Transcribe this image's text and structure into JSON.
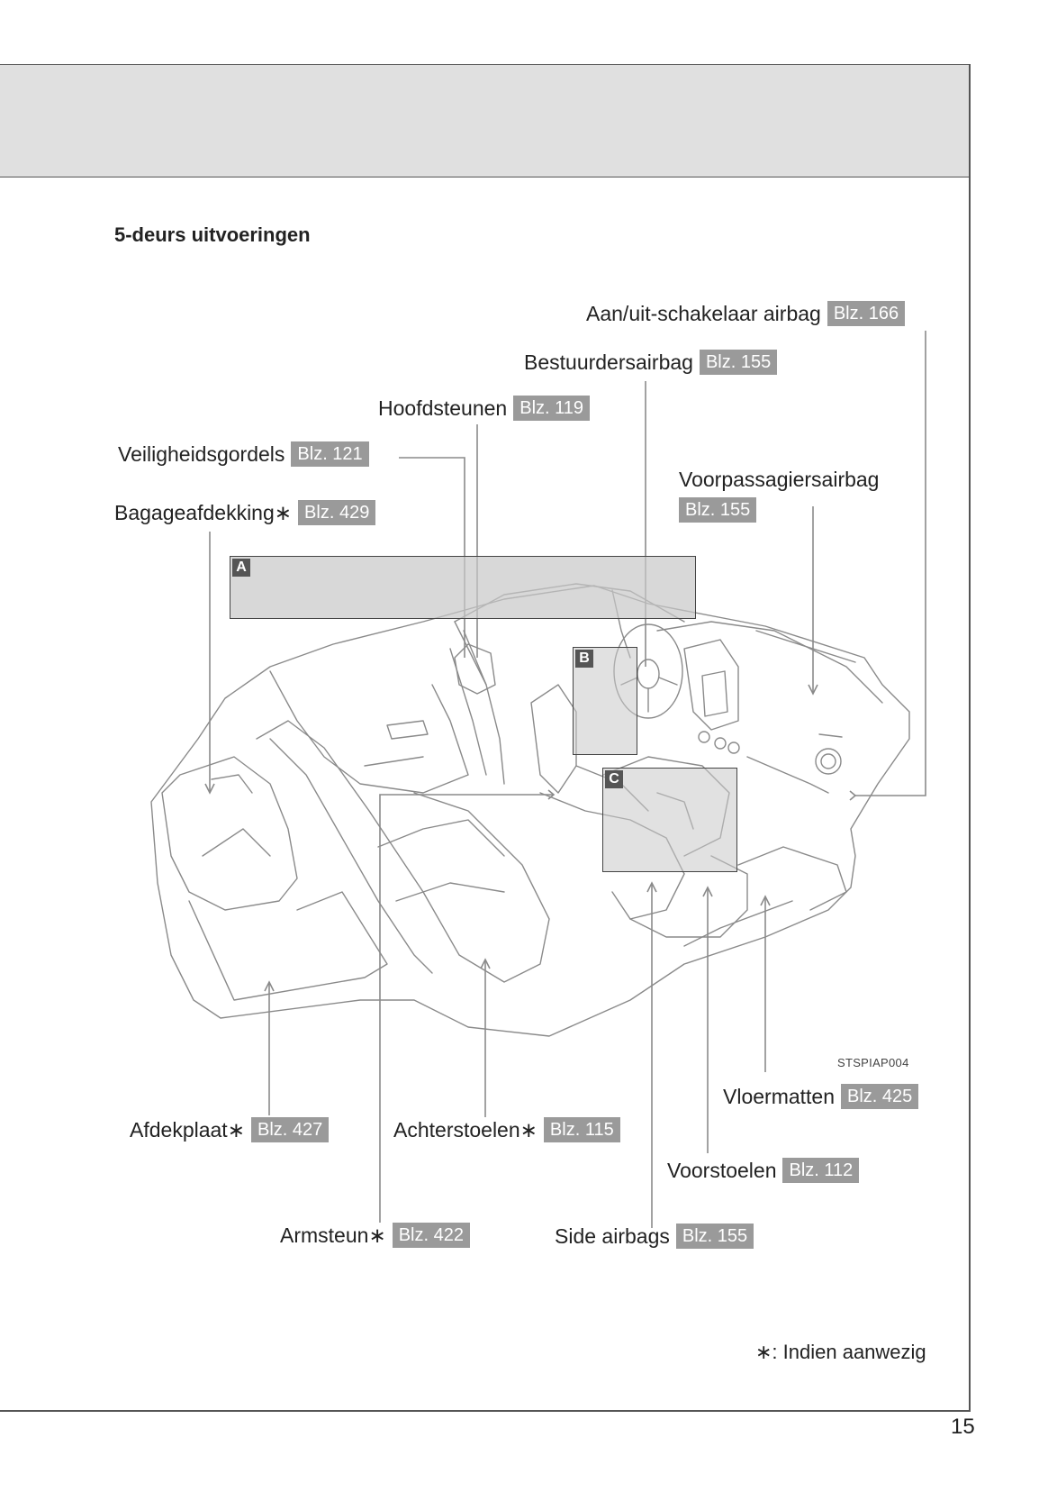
{
  "section_title": "5-deurs uitvoeringen",
  "callouts": {
    "a": "A",
    "b": "B",
    "c": "C"
  },
  "labels": {
    "airbag_switch": {
      "text": "Aan/uit-schakelaar airbag",
      "page": "Blz. 166"
    },
    "driver_airbag": {
      "text": "Bestuurdersairbag",
      "page": "Blz. 155"
    },
    "headrests": {
      "text": "Hoofdsteunen",
      "page": "Blz. 119"
    },
    "seatbelts": {
      "text": "Veiligheidsgordels",
      "page": "Blz. 121"
    },
    "passenger_airbag": {
      "text": "Voorpassagiersairbag",
      "page": "Blz. 155"
    },
    "luggage_cover": {
      "text": "Bagageafdekking",
      "mark": "∗",
      "page": "Blz. 429"
    },
    "cover_plate": {
      "text": "Afdekplaat",
      "mark": "∗",
      "page": "Blz. 427"
    },
    "rear_seats": {
      "text": "Achterstoelen",
      "mark": "∗",
      "page": "Blz. 115"
    },
    "floor_mats": {
      "text": "Vloermatten",
      "page": "Blz. 425"
    },
    "front_seats": {
      "text": "Voorstoelen",
      "page": "Blz. 112"
    },
    "armrest": {
      "text": "Armsteun",
      "mark": "∗",
      "page": "Blz. 422"
    },
    "side_airbags": {
      "text": "Side airbags",
      "page": "Blz. 155"
    }
  },
  "figure_code": "STSPIAP004",
  "footnote": "∗: Indien aanwezig",
  "page_number": "15"
}
